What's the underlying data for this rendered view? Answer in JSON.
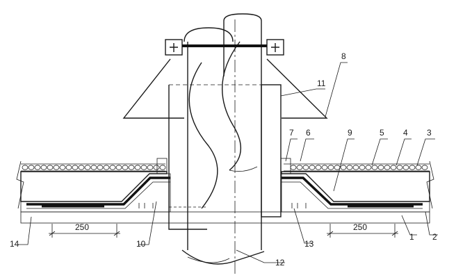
{
  "drawing": {
    "dimensions": [
      "250",
      "250"
    ],
    "callouts": [
      "1",
      "2",
      "3",
      "4",
      "5",
      "6",
      "7",
      "8",
      "9",
      "10",
      "11",
      "12",
      "13",
      "14"
    ]
  }
}
